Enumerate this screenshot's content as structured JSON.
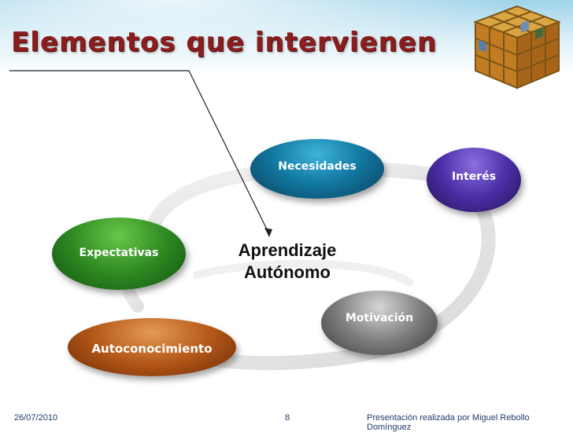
{
  "title": "Elementos que intervienen",
  "diagram": {
    "nodes": [
      {
        "id": "necesidades",
        "label": "Necesidades",
        "color": "#137aa3"
      },
      {
        "id": "interes",
        "label": "Interés",
        "color": "#4a2ea6"
      },
      {
        "id": "expectativas",
        "label": "Expectativas",
        "color": "#2e8a21"
      },
      {
        "id": "motivacion",
        "label": "Motivación",
        "color": "#7f7f7f"
      },
      {
        "id": "autoconocimiento",
        "label": "Autoconocimiento",
        "color": "#b45718"
      }
    ],
    "center": {
      "line1": "Aprendizaje",
      "line2": "Autónomo"
    }
  },
  "footer": {
    "date": "26/07/2010",
    "page": "8",
    "author": "Presentación realizada por Miguel Rebollo Domínguez"
  },
  "colors": {
    "title": "#8a1e1e",
    "footer_text": "#1f3b6b",
    "ring": "#e6e6e6"
  }
}
